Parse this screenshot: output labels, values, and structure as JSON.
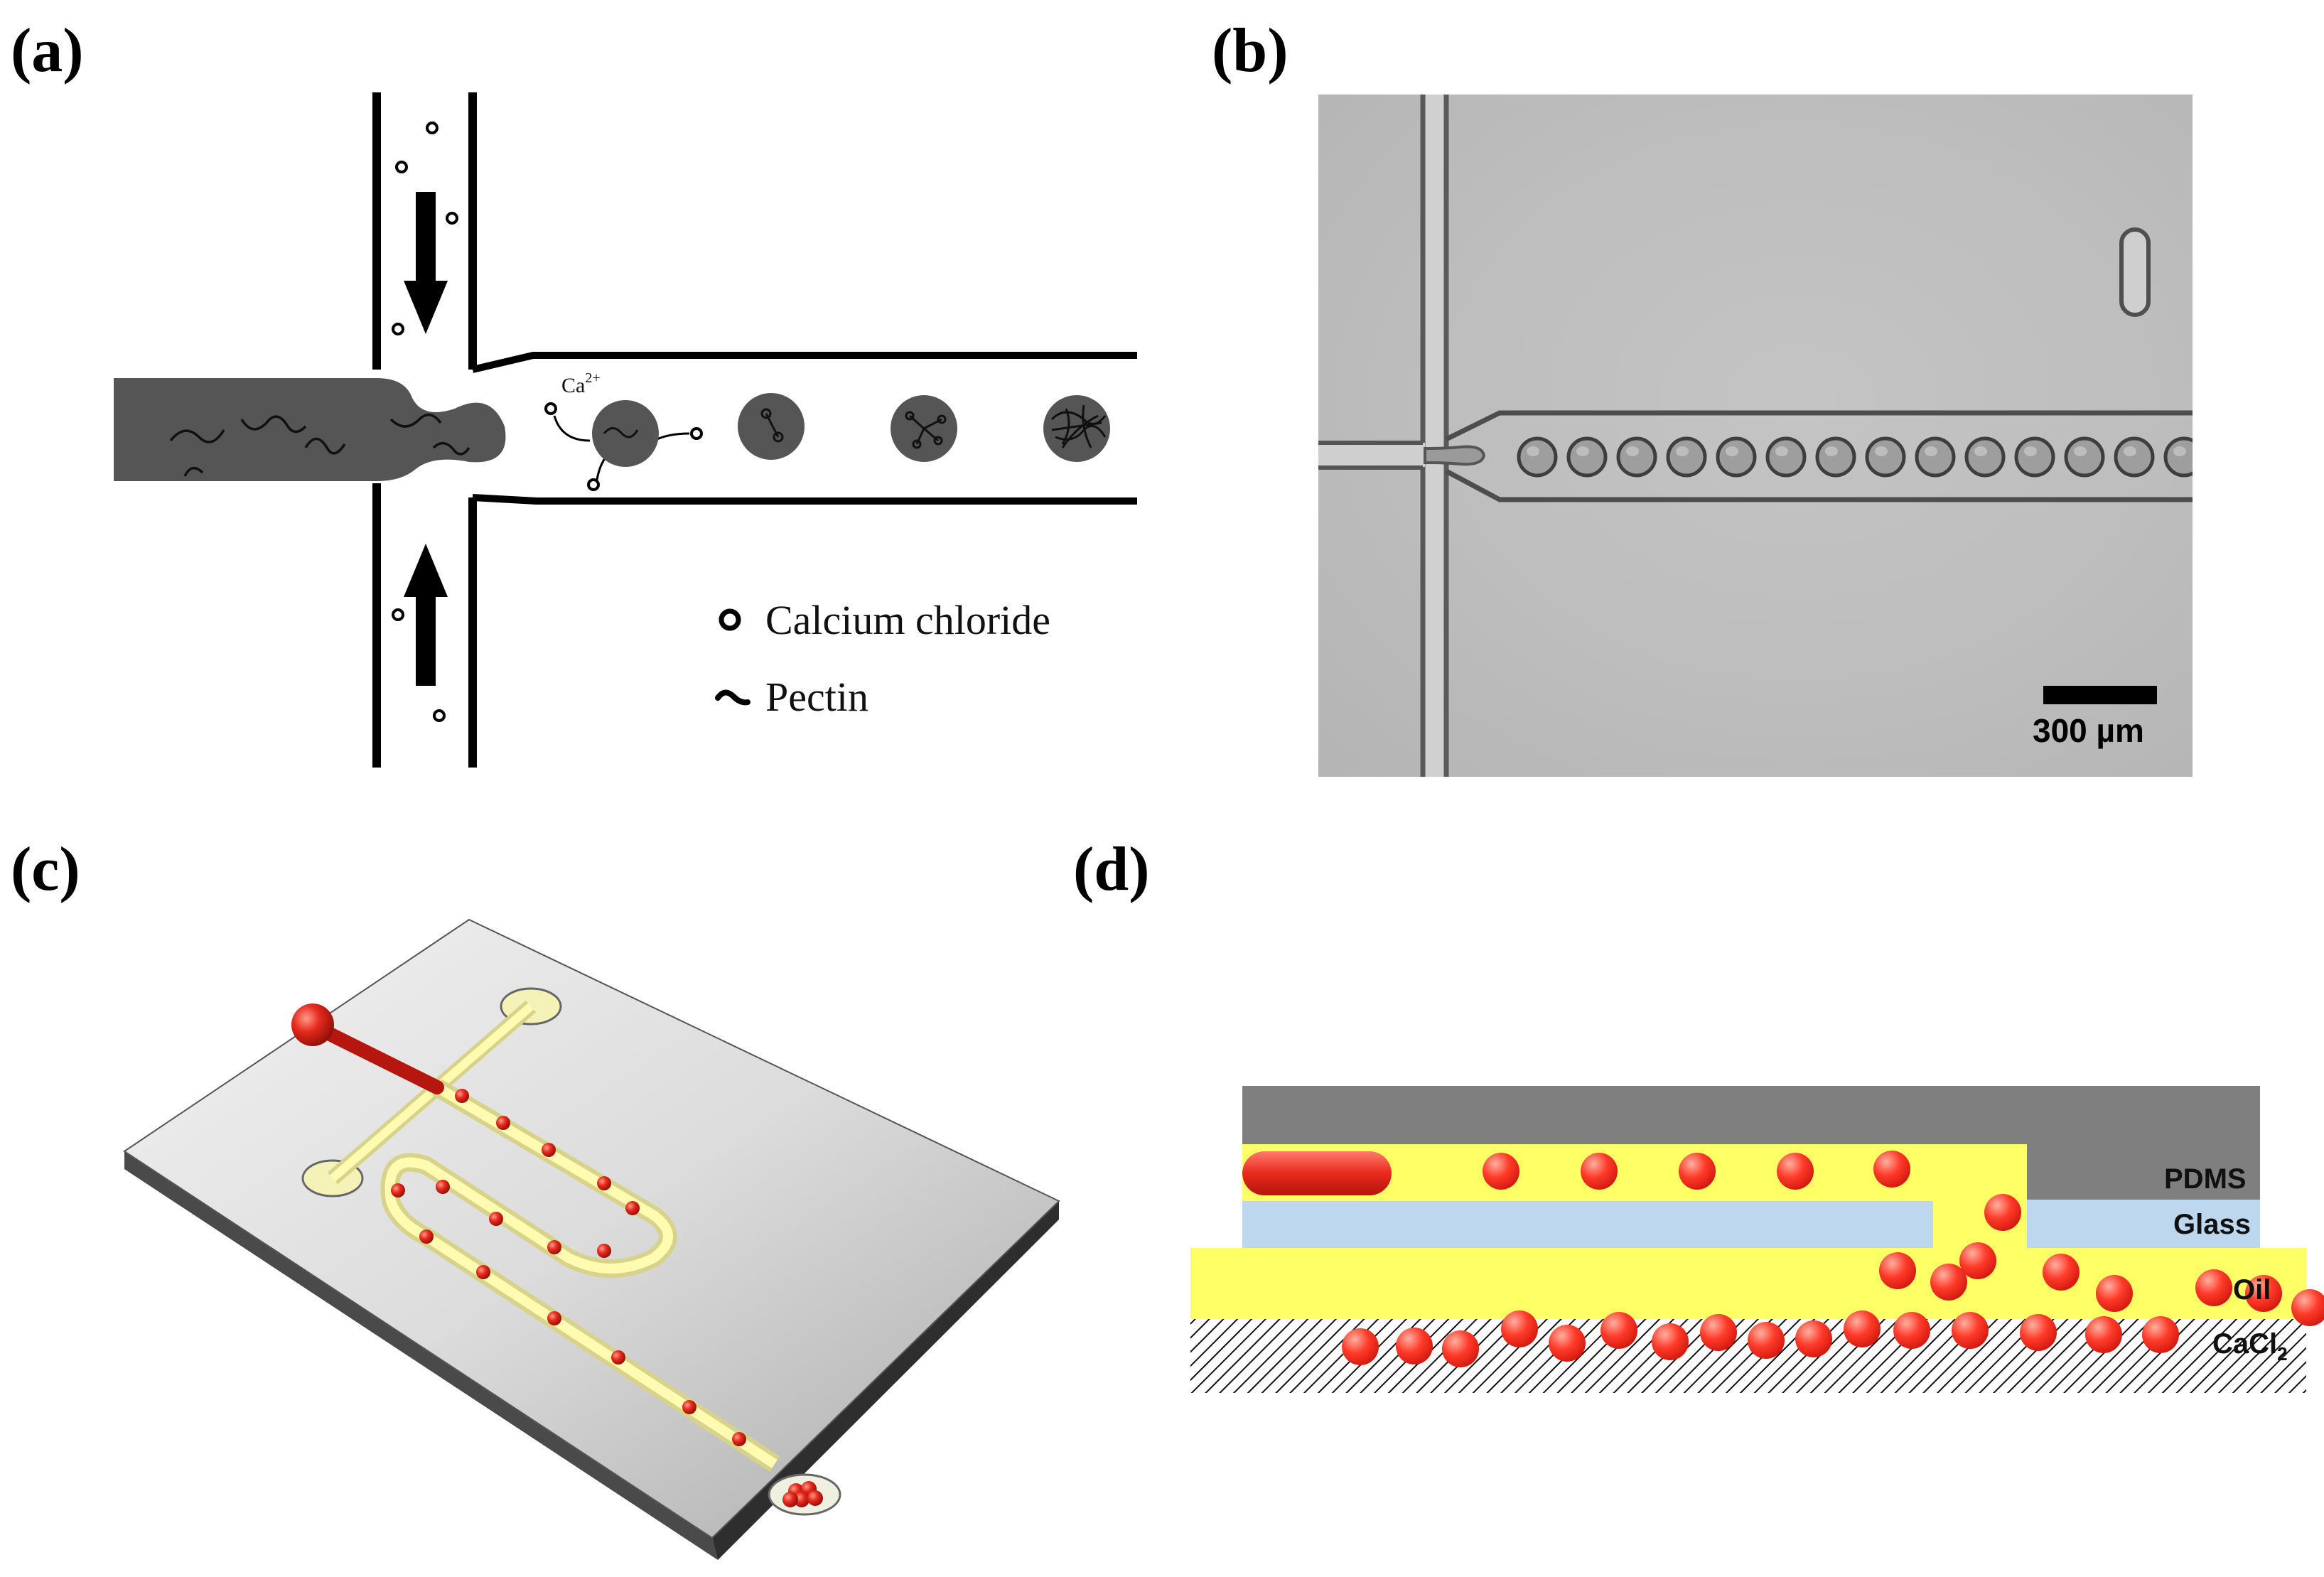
{
  "panels": {
    "a": {
      "label": "(a)",
      "ion_label": "Ca",
      "ion_superscript": "2+",
      "legend": [
        {
          "symbol": "circle-icon",
          "text": "Calcium chloride"
        },
        {
          "symbol": "squiggle-icon",
          "text": "Pectin"
        }
      ]
    },
    "b": {
      "label": "(b)",
      "scale_bar_label": "300 µm"
    },
    "c": {
      "label": "(c)"
    },
    "d": {
      "label": "(d)",
      "layers": {
        "pdms": "PDMS",
        "glass": "Glass",
        "oil": "Oil",
        "cacl2_main": "CaCl",
        "cacl2_sub": "2"
      }
    }
  },
  "colors": {
    "droplet_red": "#e8261e",
    "oil_yellow": "#ffff66",
    "glass_blue": "#bdd7ee",
    "pdms_gray": "#7f7f7f",
    "pectin_dark": "#555555"
  }
}
